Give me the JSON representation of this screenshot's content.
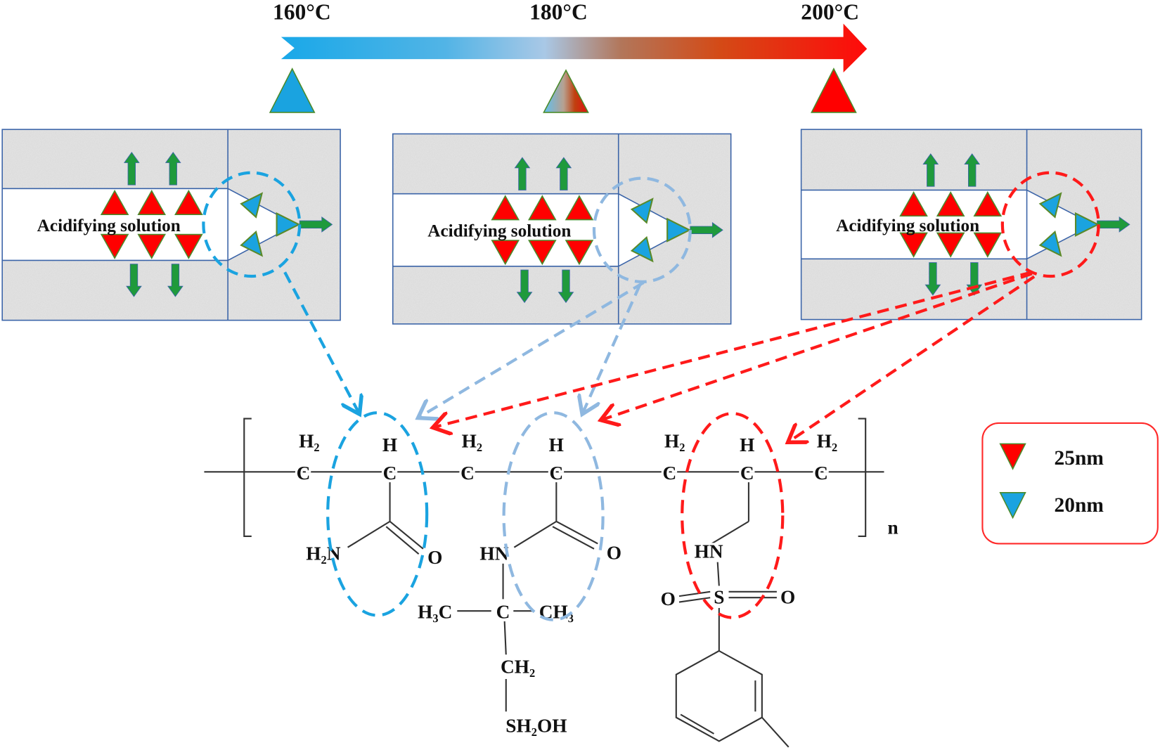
{
  "temperatures": [
    "160°C",
    "180°C",
    "200°C"
  ],
  "panels": [
    {
      "label": "Acidifying solution"
    },
    {
      "label": "Acidifying solution"
    },
    {
      "label": "Acidifying solution"
    }
  ],
  "molecule": {
    "backbone_h2": "H₂",
    "backbone_h": "H",
    "carbon": "C",
    "repeat": "n",
    "amide_n": "H₂N",
    "oxygen": "O",
    "hn": "HN",
    "h3c": "H₃C",
    "ch3": "CH₃",
    "ch2": "CH₂",
    "sh2oh": "SH₂OH",
    "sulfur": "S"
  },
  "legend": {
    "items": [
      {
        "label": "25nm",
        "color": "#ff0000"
      },
      {
        "label": "20nm",
        "color": "#1aa3e0"
      }
    ]
  },
  "colors": {
    "blue": "#1aa3e0",
    "lightblue": "#8fb8e0",
    "red": "#ff1a1a",
    "green": "#1f9a3c"
  }
}
